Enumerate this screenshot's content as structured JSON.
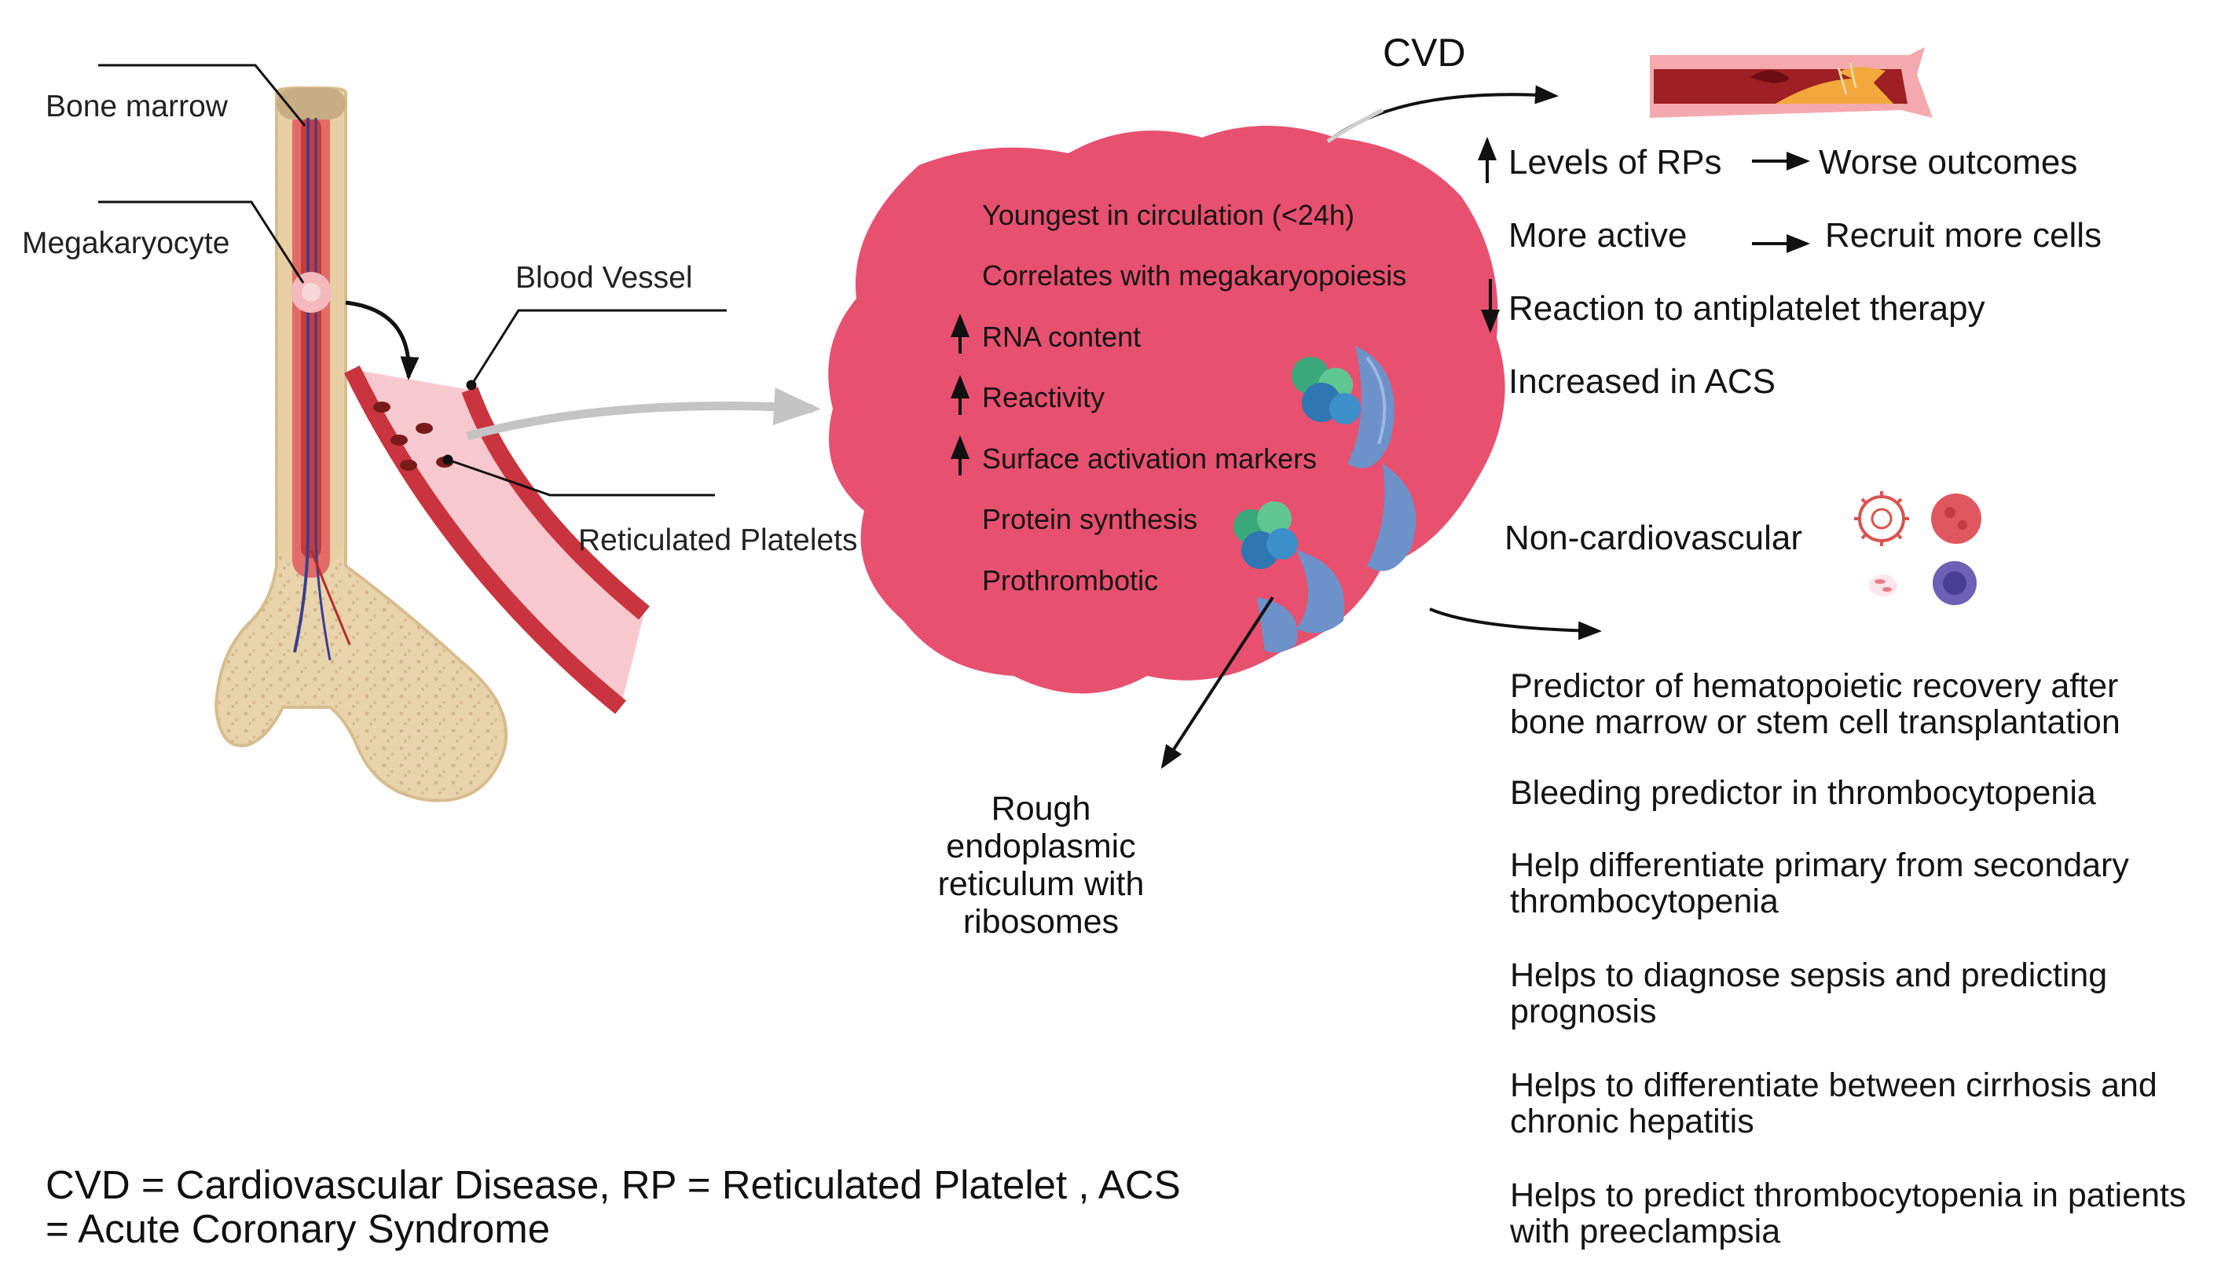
{
  "labels": {
    "bone_marrow": "Bone marrow",
    "megakaryocyte": "Megakaryocyte",
    "blood_vessel": "Blood Vessel",
    "reticulated_platelets": "Reticulated Platelets",
    "rough_er": "Rough endoplasmic reticulum with ribosomes"
  },
  "platelet_features": [
    {
      "arrow": "",
      "text": "Youngest in circulation (<24h)"
    },
    {
      "arrow": "",
      "text": "Correlates with megakaryopoiesis"
    },
    {
      "arrow": "up",
      "text": "RNA content"
    },
    {
      "arrow": "up",
      "text": "Reactivity"
    },
    {
      "arrow": "up",
      "text": "Surface activation markers"
    },
    {
      "arrow": "",
      "text": "Protein synthesis"
    },
    {
      "arrow": "",
      "text": "Prothrombotic"
    }
  ],
  "cvd": {
    "title": "CVD",
    "rows": [
      {
        "arrow": "up",
        "left": "Levels of RPs",
        "right": "Worse outcomes"
      },
      {
        "arrow": "",
        "left": "More active",
        "right": "Recruit more cells"
      },
      {
        "arrow": "down",
        "left": "Reaction to antiplatelet therapy",
        "right": ""
      },
      {
        "arrow": "",
        "left": "Increased in ACS",
        "right": ""
      }
    ]
  },
  "non_cardiovascular": {
    "title": "Non-cardiovascular",
    "items": [
      "Predictor of hematopoietic recovery after bone marrow or stem cell transplantation",
      "Bleeding predictor in thrombocytopenia",
      "Help differentiate primary from secondary thrombocytopenia",
      "Helps to diagnose sepsis and predicting prognosis",
      "Helps to differentiate between cirrhosis and chronic hepatitis",
      "Helps to predict thrombocytopenia in patients with preeclampsia"
    ]
  },
  "legend": "CVD = Cardiovascular Disease, RP = Reticulated Platelet , ACS = Acute Coronary Syndrome",
  "colors": {
    "blob": "#e8506f",
    "bone": "#e5cfa6",
    "marrow": "#d9534f",
    "vessel": "#c9343f",
    "er": "#6c92c9"
  }
}
